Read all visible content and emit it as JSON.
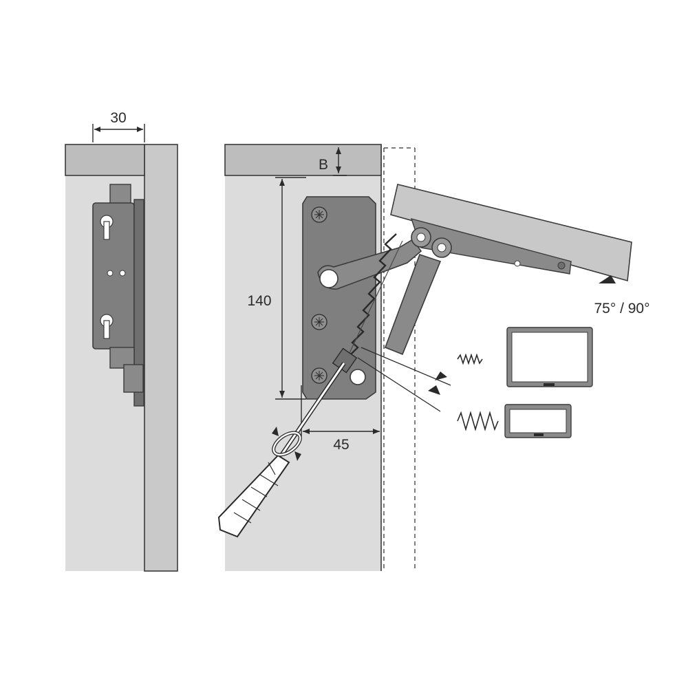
{
  "dimensions": {
    "depth_label": "30",
    "offset_label": "B",
    "height_label": "140",
    "width_label": "45",
    "angle_label": "75° / 90°"
  },
  "colors": {
    "panel": "#dcdcdc",
    "shelf": "#bdbdbd",
    "door": "#c8c8c8",
    "hardware": "#7a7a7a",
    "hardware_dark": "#4a4a4a",
    "line": "#2a2a2a"
  },
  "icons": {
    "arrow": "triangle-arrow",
    "rotate": "rotate-arrows-icon",
    "spring": "zigzag-spring-icon"
  }
}
